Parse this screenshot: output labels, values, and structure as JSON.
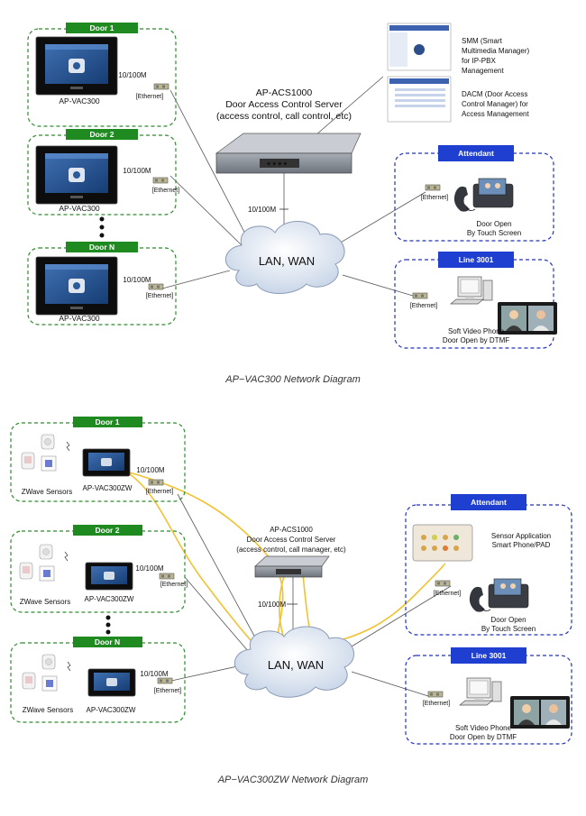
{
  "diagram1": {
    "doors": [
      {
        "header": "Door 1",
        "device": "AP-VAC300",
        "speed": "10/100M",
        "ethernet": "[Ethernet]"
      },
      {
        "header": "Door 2",
        "device": "AP-VAC300",
        "speed": "10/100M",
        "ethernet": "[Ethernet]"
      },
      {
        "header": "Door N",
        "device": "AP-VAC300",
        "speed": "10/100M",
        "ethernet": "[Ethernet]"
      }
    ],
    "server": {
      "line1": "AP-ACS1000",
      "line2": "Door Access Control Server",
      "line3": "(access control,  call control, etc)"
    },
    "server_speed": "10/100M",
    "network": "LAN, WAN",
    "smm": [
      "SMM (Smart",
      "Multimedia Manager)",
      "for IP-PBX",
      "Management"
    ],
    "dacm": [
      "DACM (Door Access",
      "Control Manager) for",
      "Access Management"
    ],
    "attendant": {
      "header": "Attendant",
      "ethernet": "[Ethernet]",
      "line1": "Door Open",
      "line2": "By Touch Screen"
    },
    "line3001": {
      "header": "Line 3001",
      "ethernet": "[Ethernet]",
      "line1": "Soft Video Phone",
      "line2": "Door Open by DTMF"
    },
    "caption": "AP−VAC300 Network Diagram"
  },
  "diagram2": {
    "doors": [
      {
        "header": "Door 1",
        "device": "AP-VAC300ZW",
        "sensors": "ZWave Sensors",
        "speed": "10/100M",
        "ethernet": "[Ethernet]"
      },
      {
        "header": "Door 2",
        "device": "AP-VAC300ZW",
        "sensors": "ZWave Sensors",
        "speed": "10/100M",
        "ethernet": "[Ethernet]"
      },
      {
        "header": "Door N",
        "device": "AP-VAC300ZW",
        "sensors": "ZWave Sensors",
        "speed": "10/100M",
        "ethernet": "[Ethernet]"
      }
    ],
    "server": {
      "line1": "AP-ACS1000",
      "line2": "Door Access Control Server",
      "line3": "(access control, call manager,  etc)"
    },
    "server_speed": "10/100M",
    "network": "LAN, WAN",
    "attendant": {
      "header": "Attendant",
      "app1": "Sensor Application",
      "app2": "Smart Phone/PAD",
      "ethernet": "[Ethernet]",
      "line1": "Door Open",
      "line2": "By Touch Screen"
    },
    "line3001": {
      "header": "Line 3001",
      "ethernet": "[Ethernet]",
      "line1": "Soft Video Phone",
      "line2": "Door Open by DTMF"
    },
    "caption": "AP−VAC300ZW Network Diagram"
  },
  "colors": {
    "green_dash": "#2e8b2e",
    "green_header": "#1f8a1f",
    "blue_dash": "#2233bb",
    "blue_header": "#1f3fd0",
    "zwave_line": "#f2c12e"
  }
}
